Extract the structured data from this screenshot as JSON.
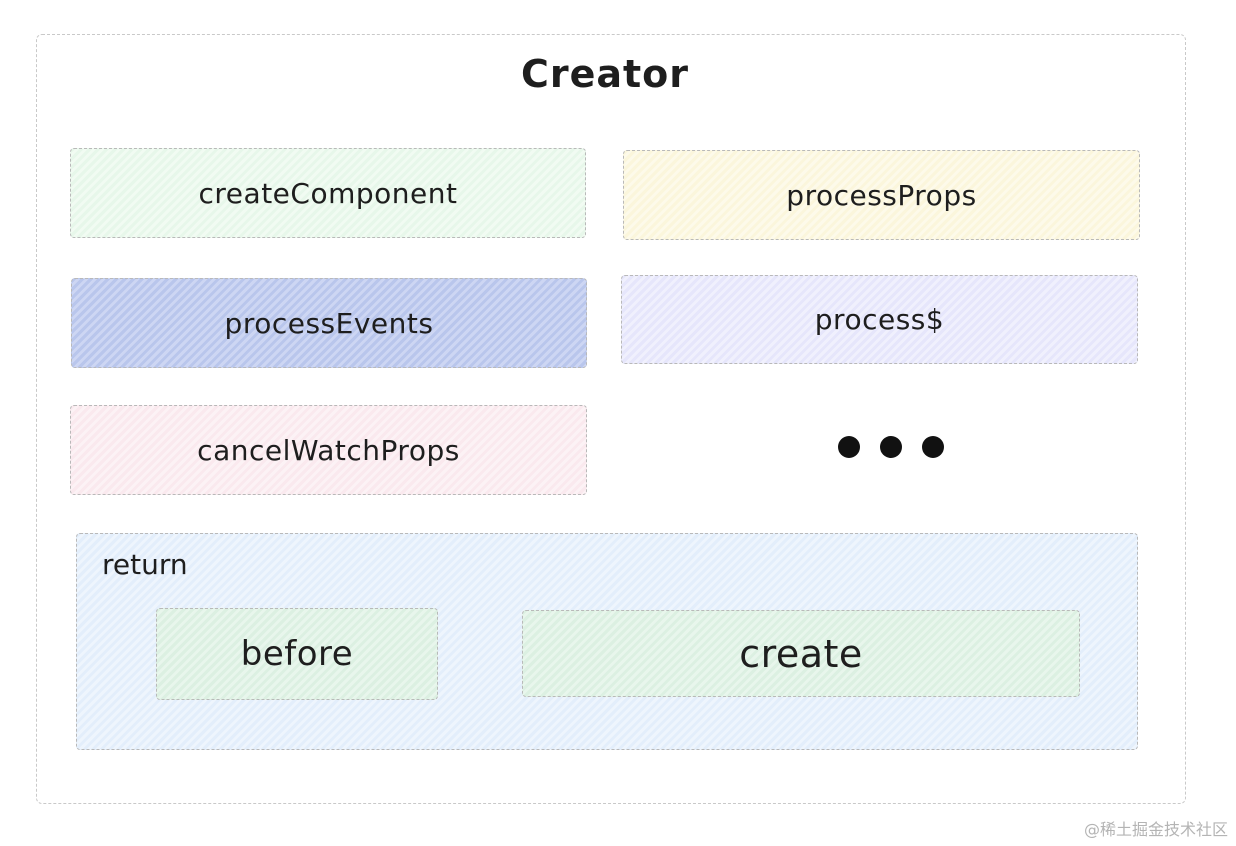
{
  "diagram": {
    "title": "Creator",
    "boxes": [
      {
        "label": "createComponent"
      },
      {
        "label": "processProps"
      },
      {
        "label": "processEvents"
      },
      {
        "label": "process$"
      },
      {
        "label": "cancelWatchProps"
      }
    ],
    "return": {
      "label": "return",
      "children": [
        {
          "label": "before"
        },
        {
          "label": "create"
        }
      ]
    }
  },
  "watermark": "@稀土掘金技术社区",
  "colors": {
    "createComponent": "#e7f7ea",
    "processProps": "#fbf6dc",
    "processEvents": "#b9c6ec",
    "process$": "#e6e6fb",
    "cancelWatchProps": "#fae9ee",
    "return": "#e3eefb",
    "before": "#dcf0e2",
    "create": "#dcf0e2"
  }
}
